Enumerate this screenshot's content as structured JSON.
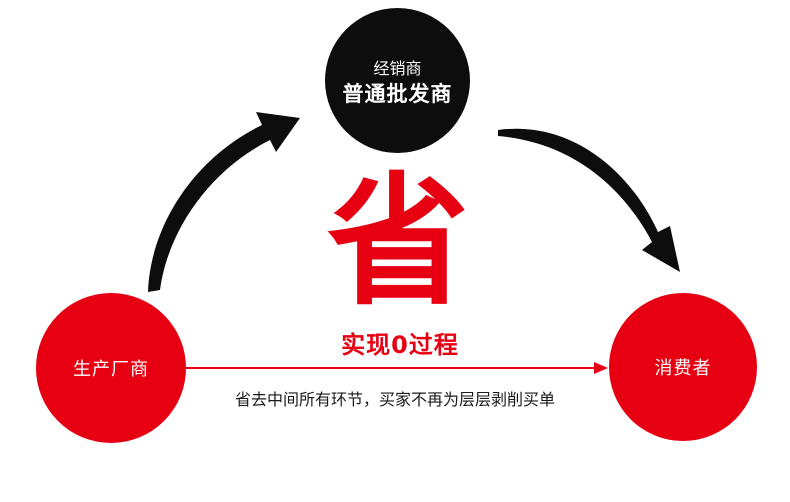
{
  "nodes": {
    "distributor": {
      "subtitle": "经销商",
      "title": "普通批发商"
    },
    "manufacturer": {
      "label": "生产厂商"
    },
    "consumer": {
      "label": "消费者"
    }
  },
  "headline": {
    "character": "省",
    "slogan": "实现0过程"
  },
  "caption": "省去中间所有环节，买家不再为层层剥削买单",
  "colors": {
    "accent_red": "#e60012",
    "dark_node": "#0d0d0d",
    "arrow_black": "#0d0d0d"
  }
}
